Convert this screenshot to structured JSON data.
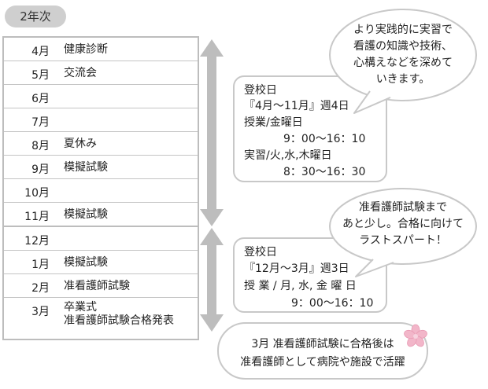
{
  "year_label": "2年次",
  "schedule": [
    {
      "month": "4月",
      "event": "健康診断"
    },
    {
      "month": "5月",
      "event": "交流会"
    },
    {
      "month": "6月",
      "event": ""
    },
    {
      "month": "7月",
      "event": ""
    },
    {
      "month": "8月",
      "event": "夏休み"
    },
    {
      "month": "9月",
      "event": "模擬試験"
    },
    {
      "month": "10月",
      "event": ""
    },
    {
      "month": "11月",
      "event": "模擬試験"
    },
    {
      "month": "12月",
      "event": ""
    },
    {
      "month": "1月",
      "event": "模擬試験"
    },
    {
      "month": "2月",
      "event": "准看護師試験"
    },
    {
      "month": "3月",
      "event": "卒業式",
      "event2": "准看護師試験合格発表"
    }
  ],
  "term1": {
    "line1": "登校日",
    "line2": "『4月～11月』週4日",
    "line3": "授業/金曜日",
    "line4": "9：00～16：10",
    "line5": "実習/火,水,木曜日",
    "line6": "8：30～16：30"
  },
  "term2": {
    "line1": "登校日",
    "line2": "『12月～3月』週3日",
    "line3": "授 業 / 月, 水, 金 曜 日",
    "line4": "9：00～16：10"
  },
  "bubble1": {
    "line1": "より実践的に実習で",
    "line2": "看護の知識や技術、",
    "line3": "心構えなどを深めて",
    "line4": "いきます。"
  },
  "bubble2": {
    "line1": "准看護師試験まで",
    "line2": "あと少し。合格に向けて",
    "line3": "ラストスパート！"
  },
  "footer": {
    "line1": "3月 准看護師試験に合格後は",
    "line2": "准看護師として病院や施設で活躍"
  },
  "colors": {
    "arrow": "#bdbdbd",
    "border": "#c8c8c8",
    "pill_bg": "#cfcfcf",
    "sakura": "#f2b6c9"
  }
}
